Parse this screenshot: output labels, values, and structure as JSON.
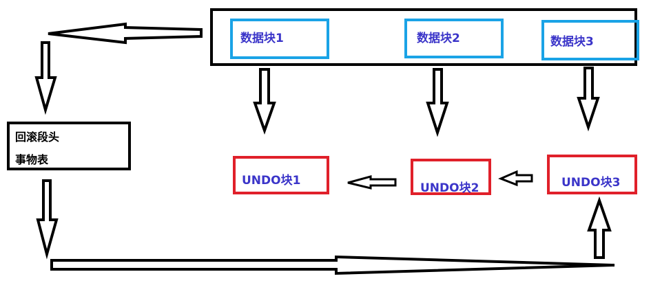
{
  "data_blocks": [
    {
      "label": "数据块1"
    },
    {
      "label": "数据块2"
    },
    {
      "label": "数据块3"
    }
  ],
  "rollback_segment": {
    "line1": "回滚段头",
    "line2": "事物表"
  },
  "undo_blocks": [
    {
      "label": "UNDO块1"
    },
    {
      "label": "UNDO块2"
    },
    {
      "label": "UNDO块3"
    }
  ],
  "colors": {
    "data_block_border": "#1aa3e6",
    "undo_block_border": "#e0202a",
    "label_text": "#3b35c9",
    "outline": "#000000"
  }
}
